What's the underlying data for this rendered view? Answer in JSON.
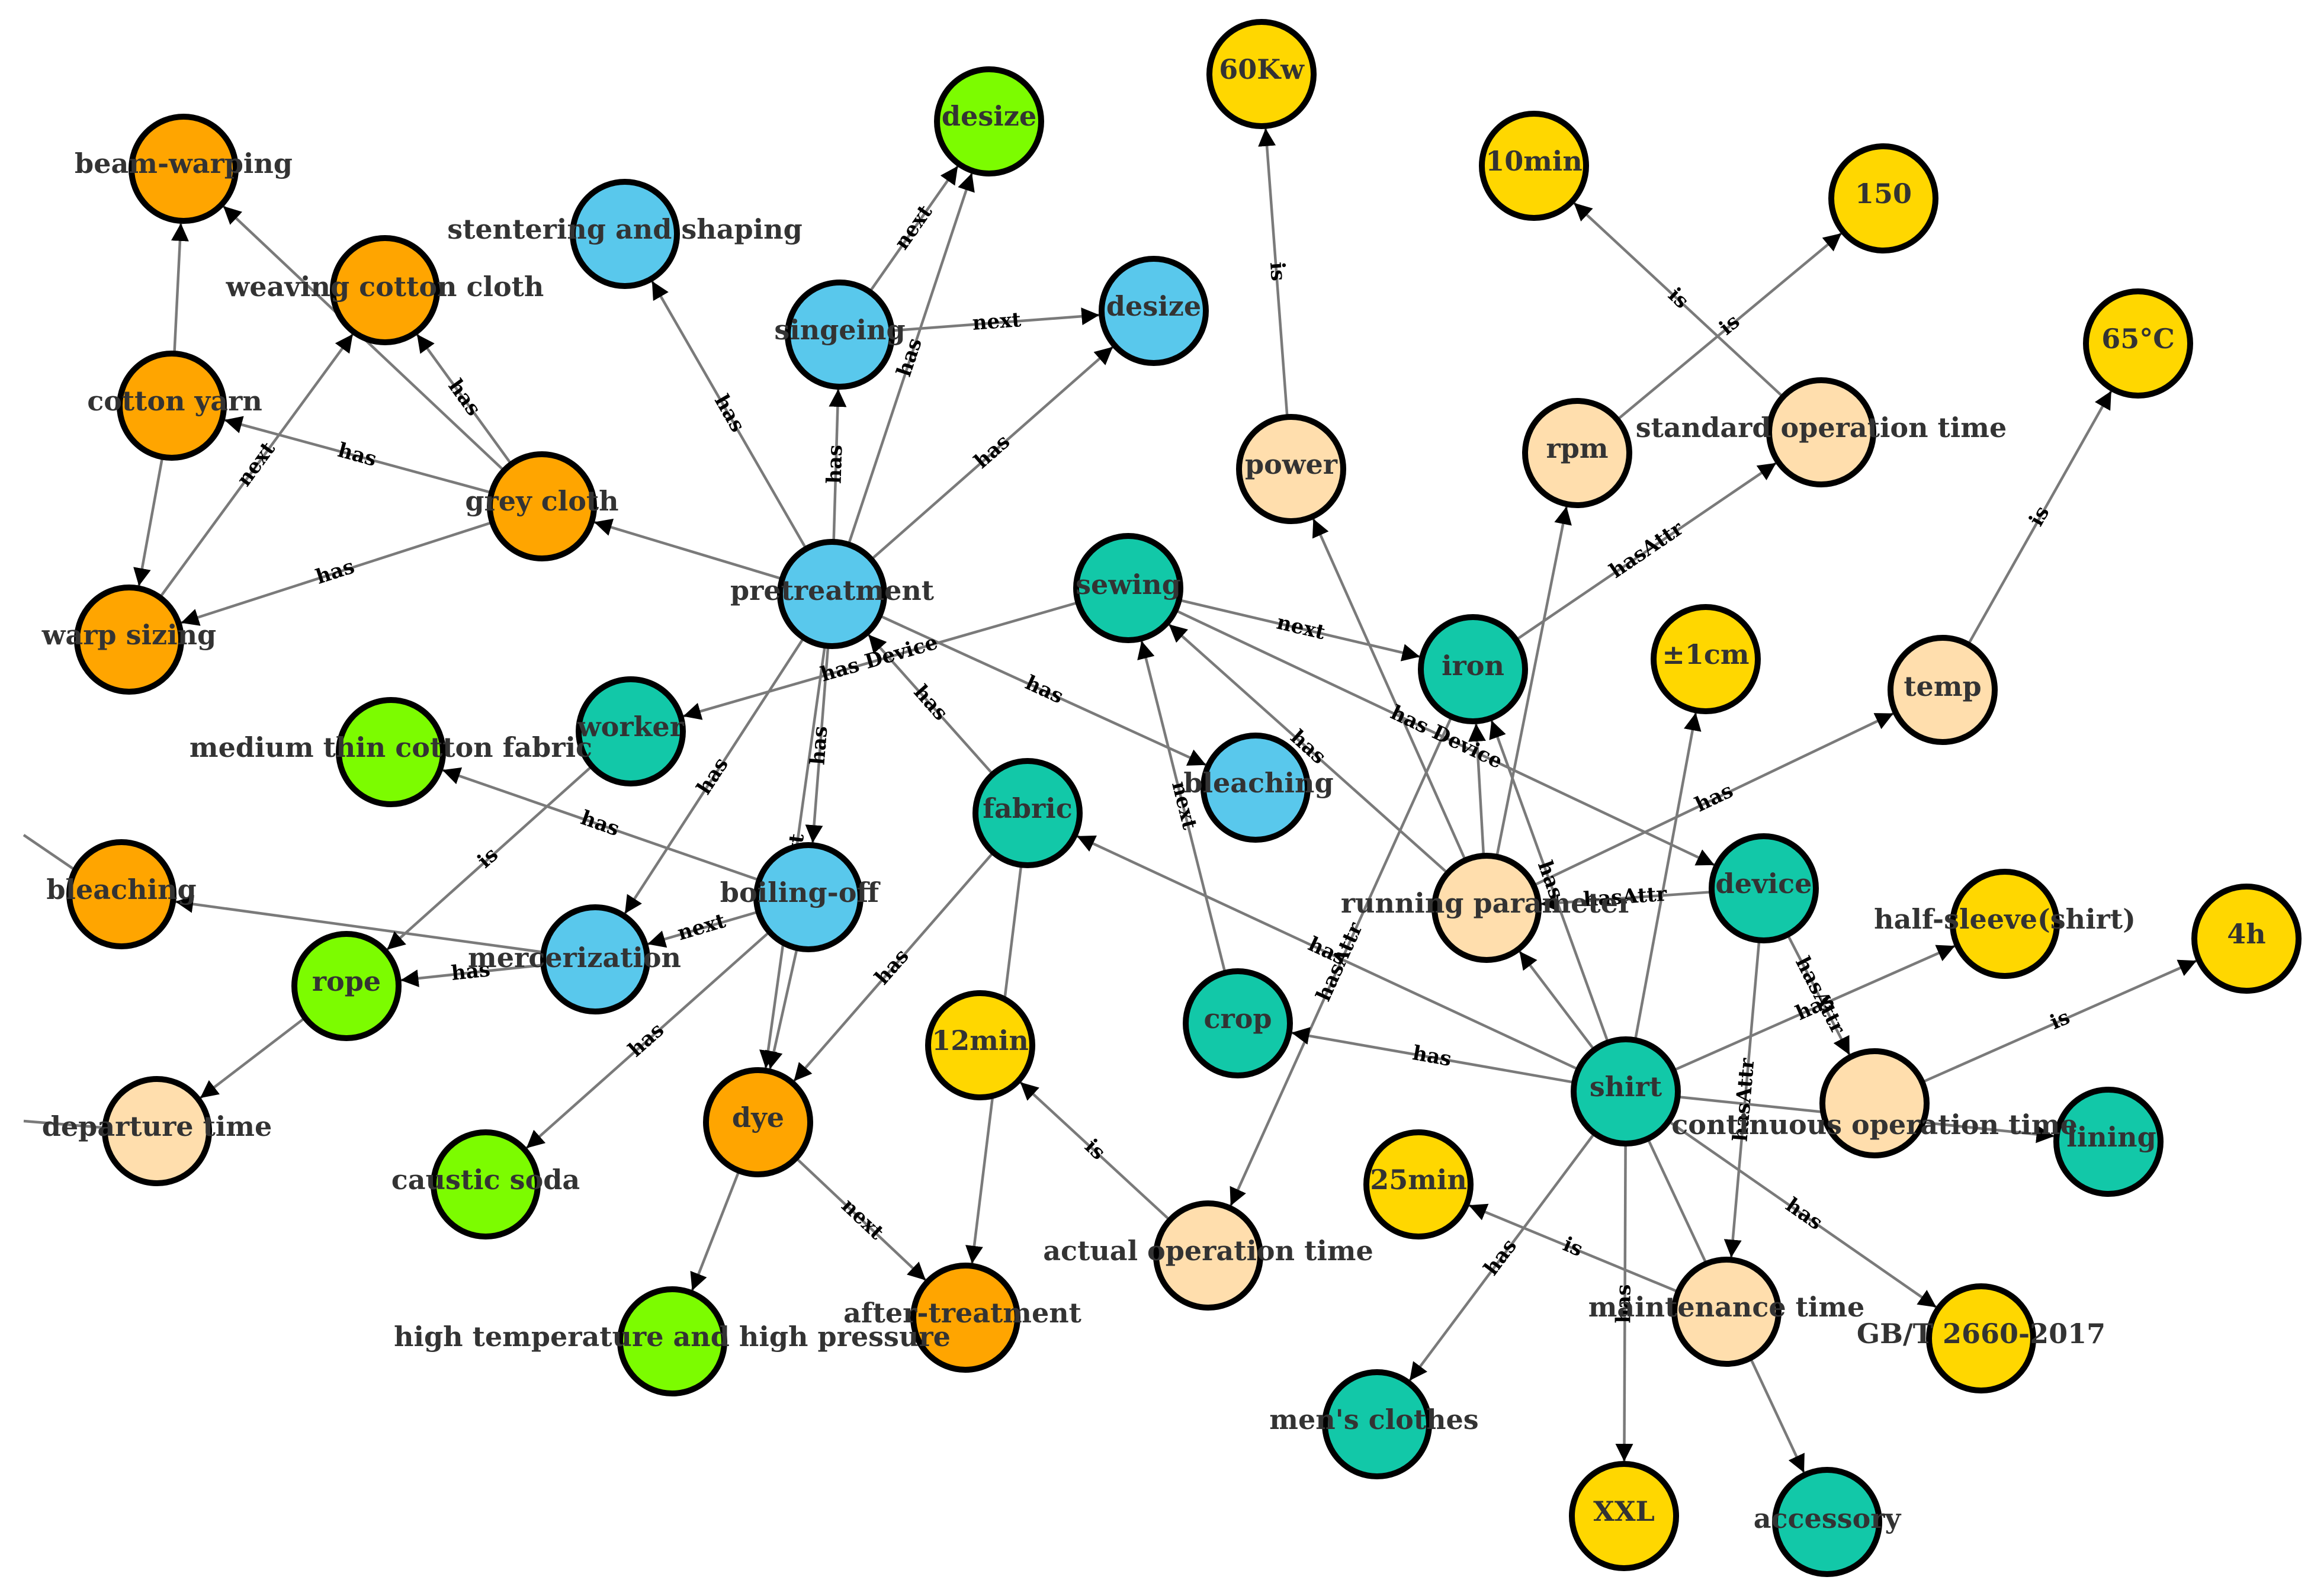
{
  "colors": {
    "orange": "#FFA500",
    "blue": "#59C8EC",
    "green": "#7CFC00",
    "teal": "#12C8A8",
    "yellow": "#FFD700",
    "peach": "#FFDEAD"
  },
  "nodes": [
    {
      "id": "beam_warping",
      "label": "beam-warping",
      "color": "orange"
    },
    {
      "id": "weaving",
      "label": "weaving cotton cloth",
      "color": "orange"
    },
    {
      "id": "cotton_yarn",
      "label": "cotton yarn",
      "color": "orange"
    },
    {
      "id": "grey_cloth",
      "label": "grey cloth",
      "color": "orange"
    },
    {
      "id": "warp_sizing",
      "label": "warp sizing",
      "color": "orange"
    },
    {
      "id": "bleaching_o",
      "label": "bleaching",
      "color": "orange"
    },
    {
      "id": "dye",
      "label": "dye",
      "color": "orange"
    },
    {
      "id": "after_treatment",
      "label": "after-treatment",
      "color": "orange"
    },
    {
      "id": "desize_g",
      "label": "desize",
      "color": "green"
    },
    {
      "id": "medium_thin",
      "label": "medium thin cotton fabric",
      "color": "green"
    },
    {
      "id": "rope",
      "label": "rope",
      "color": "green"
    },
    {
      "id": "caustic_soda",
      "label": "caustic soda",
      "color": "green"
    },
    {
      "id": "high_temp",
      "label": "high temperature and high pressure",
      "color": "green"
    },
    {
      "id": "stentering",
      "label": "stentering and shaping",
      "color": "blue"
    },
    {
      "id": "singeing",
      "label": "singeing",
      "color": "blue"
    },
    {
      "id": "desize_b",
      "label": "desize",
      "color": "blue"
    },
    {
      "id": "pretreatment",
      "label": "pretreatment",
      "color": "blue"
    },
    {
      "id": "boiling_off",
      "label": "boiling-off",
      "color": "blue"
    },
    {
      "id": "mercerization",
      "label": "mercerization",
      "color": "blue"
    },
    {
      "id": "bleaching_b",
      "label": "bleaching",
      "color": "blue"
    },
    {
      "id": "worker",
      "label": "worker",
      "color": "teal"
    },
    {
      "id": "sewing",
      "label": "sewing",
      "color": "teal"
    },
    {
      "id": "fabric",
      "label": "fabric",
      "color": "teal"
    },
    {
      "id": "iron",
      "label": "iron",
      "color": "teal"
    },
    {
      "id": "crop",
      "label": "crop",
      "color": "teal"
    },
    {
      "id": "device",
      "label": "device",
      "color": "teal"
    },
    {
      "id": "shirt",
      "label": "shirt",
      "color": "teal"
    },
    {
      "id": "lining",
      "label": "lining",
      "color": "teal"
    },
    {
      "id": "mens_clothes",
      "label": "men's clothes",
      "color": "teal"
    },
    {
      "id": "accessory",
      "label": "accessory",
      "color": "teal"
    },
    {
      "id": "v60kw",
      "label": "60Kw",
      "color": "yellow"
    },
    {
      "id": "v10min",
      "label": "10min",
      "color": "yellow"
    },
    {
      "id": "v150",
      "label": "150",
      "color": "yellow"
    },
    {
      "id": "v65c",
      "label": "65°C",
      "color": "yellow"
    },
    {
      "id": "v1cm",
      "label": "±1cm",
      "color": "yellow"
    },
    {
      "id": "half_sleeve",
      "label": "half-sleeve(shirt)",
      "color": "yellow"
    },
    {
      "id": "v4h",
      "label": "4h",
      "color": "yellow"
    },
    {
      "id": "v12min",
      "label": "12min",
      "color": "yellow"
    },
    {
      "id": "v25min",
      "label": "25min",
      "color": "yellow"
    },
    {
      "id": "gbt",
      "label": "GB/T 2660-2017",
      "color": "yellow"
    },
    {
      "id": "xxl",
      "label": "XXL",
      "color": "yellow"
    },
    {
      "id": "power",
      "label": "power",
      "color": "peach"
    },
    {
      "id": "rpm",
      "label": "rpm",
      "color": "peach"
    },
    {
      "id": "std_op_time",
      "label": "standard operation time",
      "color": "peach"
    },
    {
      "id": "temp",
      "label": "temp",
      "color": "peach"
    },
    {
      "id": "running_param",
      "label": "running parameter",
      "color": "peach"
    },
    {
      "id": "cont_op_time",
      "label": "continuous operation time",
      "color": "peach"
    },
    {
      "id": "departure_time",
      "label": "departure time",
      "color": "peach"
    },
    {
      "id": "actual_op_time",
      "label": "actual operation time",
      "color": "peach"
    },
    {
      "id": "maintenance_time",
      "label": "maintenance time",
      "color": "peach"
    }
  ],
  "edges": [
    {
      "from": "cotton_yarn",
      "to": "beam_warping",
      "label": ""
    },
    {
      "from": "cotton_yarn",
      "to": "warp_sizing",
      "label": ""
    },
    {
      "from": "grey_cloth",
      "to": "beam_warping",
      "label": ""
    },
    {
      "from": "grey_cloth",
      "to": "weaving",
      "label": "has"
    },
    {
      "from": "grey_cloth",
      "to": "cotton_yarn",
      "label": "has"
    },
    {
      "from": "grey_cloth",
      "to": "warp_sizing",
      "label": "has"
    },
    {
      "from": "warp_sizing",
      "to": "weaving",
      "label": "next"
    },
    {
      "from": "pretreatment",
      "to": "grey_cloth",
      "label": ""
    },
    {
      "from": "pretreatment",
      "to": "stentering",
      "label": "has"
    },
    {
      "from": "pretreatment",
      "to": "singeing",
      "label": "has"
    },
    {
      "from": "pretreatment",
      "to": "desize_g",
      "label": "has"
    },
    {
      "from": "pretreatment",
      "to": "desize_b",
      "label": "has"
    },
    {
      "from": "singeing",
      "to": "desize_g",
      "label": "next"
    },
    {
      "from": "singeing",
      "to": "desize_b",
      "label": "next"
    },
    {
      "from": "pretreatment",
      "to": "bleaching_b",
      "label": "has"
    },
    {
      "from": "pretreatment",
      "to": "mercerization",
      "label": "has"
    },
    {
      "from": "pretreatment",
      "to": "boiling_off",
      "label": "has"
    },
    {
      "from": "pretreatment",
      "to": "dye",
      "label": "next"
    },
    {
      "from": "fabric",
      "to": "pretreatment",
      "label": "has"
    },
    {
      "from": "sewing",
      "to": "worker",
      "label": "has Device"
    },
    {
      "from": "boiling_off",
      "to": "medium_thin",
      "label": "has"
    },
    {
      "from": "boiling_off",
      "to": "mercerization",
      "label": "next"
    },
    {
      "from": "boiling_off",
      "to": "caustic_soda",
      "label": "has"
    },
    {
      "from": "boiling_off",
      "to": "dye",
      "label": ""
    },
    {
      "from": "mercerization",
      "to": "bleaching_o",
      "label": ""
    },
    {
      "from": "mercerization",
      "to": "rope",
      "label": "has"
    },
    {
      "from": "worker",
      "to": "rope",
      "label": "is"
    },
    {
      "from": "rope",
      "to": "departure_time",
      "label": ""
    },
    {
      "from": "fabric",
      "to": "dye",
      "label": "has"
    },
    {
      "from": "fabric",
      "to": "after_treatment",
      "label": "has"
    },
    {
      "from": "dye",
      "to": "high_temp",
      "label": ""
    },
    {
      "from": "dye",
      "to": "after_treatment",
      "label": "next"
    },
    {
      "from": "actual_op_time",
      "to": "v12min",
      "label": "is"
    },
    {
      "from": "sewing",
      "to": "iron",
      "label": "next"
    },
    {
      "from": "sewing",
      "to": "device",
      "label": "has Device"
    },
    {
      "from": "crop",
      "to": "sewing",
      "label": "next"
    },
    {
      "from": "running_param",
      "to": "sewing",
      "label": "has"
    },
    {
      "from": "iron",
      "to": "actual_op_time",
      "label": "hasAttr"
    },
    {
      "from": "iron",
      "to": "std_op_time",
      "label": "hasAttr"
    },
    {
      "from": "power",
      "to": "v60kw",
      "label": "is"
    },
    {
      "from": "running_param",
      "to": "power",
      "label": ""
    },
    {
      "from": "running_param",
      "to": "rpm",
      "label": ""
    },
    {
      "from": "running_param",
      "to": "iron",
      "label": ""
    },
    {
      "from": "rpm",
      "to": "v150",
      "label": "is"
    },
    {
      "from": "std_op_time",
      "to": "v10min",
      "label": "is"
    },
    {
      "from": "temp",
      "to": "v65c",
      "label": "is"
    },
    {
      "from": "running_param",
      "to": "temp",
      "label": "has"
    },
    {
      "from": "device",
      "to": "running_param",
      "label": "hasAttr"
    },
    {
      "from": "device",
      "to": "cont_op_time",
      "label": "hasAttr"
    },
    {
      "from": "device",
      "to": "maintenance_time",
      "label": "hasAttr"
    },
    {
      "from": "cont_op_time",
      "to": "v4h",
      "label": "is"
    },
    {
      "from": "maintenance_time",
      "to": "v25min",
      "label": "is"
    },
    {
      "from": "shirt",
      "to": "fabric",
      "label": "has"
    },
    {
      "from": "shirt",
      "to": "crop",
      "label": "has"
    },
    {
      "from": "shirt",
      "to": "iron",
      "label": "has"
    },
    {
      "from": "shirt",
      "to": "v1cm",
      "label": ""
    },
    {
      "from": "shirt",
      "to": "half_sleeve",
      "label": "has"
    },
    {
      "from": "shirt",
      "to": "lining",
      "label": "has"
    },
    {
      "from": "shirt",
      "to": "gbt",
      "label": "has"
    },
    {
      "from": "shirt",
      "to": "mens_clothes",
      "label": "has"
    },
    {
      "from": "shirt",
      "to": "xxl",
      "label": "has"
    },
    {
      "from": "shirt",
      "to": "accessory",
      "label": "has"
    },
    {
      "from": "shirt",
      "to": "running_param",
      "label": ""
    }
  ]
}
